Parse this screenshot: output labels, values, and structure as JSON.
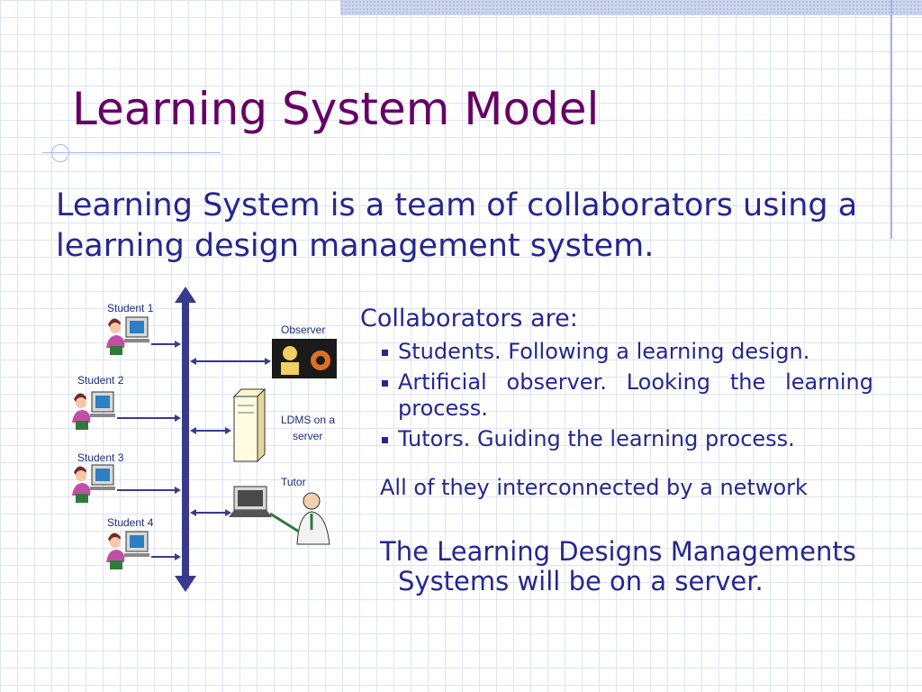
{
  "slide": {
    "title": "Learning System Model",
    "subtitle": "Learning System is a team of collaborators using a learning design management system."
  },
  "diagram": {
    "labels": {
      "student1": "Student 1",
      "student2": "Student 2",
      "student3": "Student 3",
      "student4": "Student 4",
      "observer": "Observer",
      "ldms_line1": "LDMS on a",
      "ldms_line2": "server",
      "tutor": "Tutor"
    }
  },
  "content": {
    "collaborators_heading": "Collaborators are:",
    "bullets": [
      "Students. Following a learning design.",
      "Artificial observer. Looking the learning process.",
      "Tutors. Guiding the learning process."
    ],
    "network_note": "All of they interconnected by a network",
    "server_note": "The Learning Designs Managements Systems will be on a server."
  },
  "colors": {
    "title": "#660066",
    "body_text": "#26268f",
    "network_bus": "#3a3a8c",
    "grid": "#dfe4f2"
  }
}
